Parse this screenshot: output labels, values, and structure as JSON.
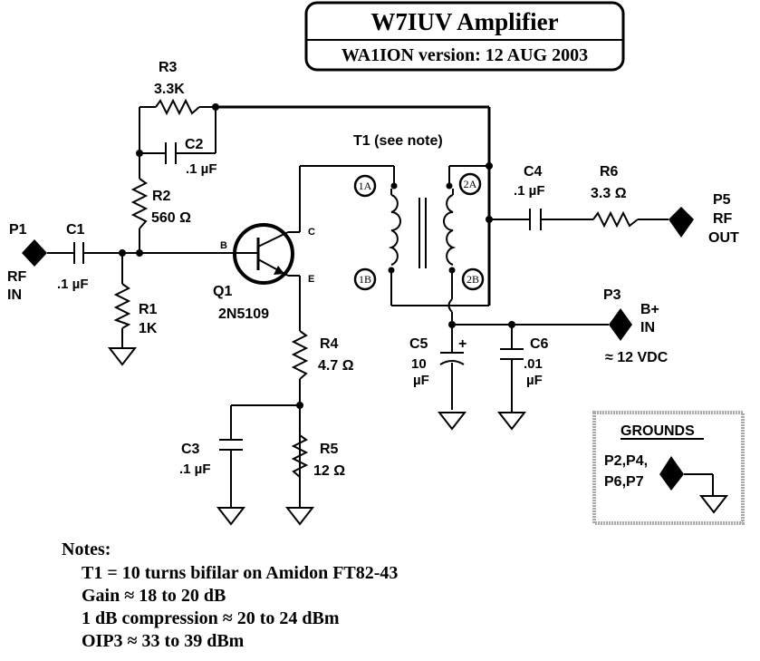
{
  "title_block": {
    "title": "W7IUV Amplifier",
    "subtitle": "WA1ION version: 12 AUG 2003"
  },
  "components": {
    "P1": {
      "ref": "P1",
      "line1": "RF",
      "line2": "IN"
    },
    "C1": {
      "ref": "C1",
      "value": ".1 µF"
    },
    "R1": {
      "ref": "R1",
      "value": "1K"
    },
    "R2": {
      "ref": "R2",
      "value": "560 Ω"
    },
    "R3": {
      "ref": "R3",
      "value": "3.3K"
    },
    "C2": {
      "ref": "C2",
      "value": ".1 µF"
    },
    "Q1": {
      "ref": "Q1",
      "value": "2N5109",
      "pin_b": "B",
      "pin_c": "C",
      "pin_e": "E"
    },
    "R4": {
      "ref": "R4",
      "value": "4.7 Ω"
    },
    "R5": {
      "ref": "R5",
      "value": "12 Ω"
    },
    "C3": {
      "ref": "C3",
      "value": ".1 µF"
    },
    "T1": {
      "ref": "T1 (see note)",
      "pins": [
        "1A",
        "1B",
        "2A",
        "2B"
      ]
    },
    "C4": {
      "ref": "C4",
      "value": ".1 µF"
    },
    "R6": {
      "ref": "R6",
      "value": "3.3 Ω"
    },
    "P5": {
      "ref": "P5",
      "line1": "RF",
      "line2": "OUT"
    },
    "C5": {
      "ref": "C5",
      "value_line1": "10",
      "value_line2": "µF",
      "polarity": "+"
    },
    "C6": {
      "ref": "C6",
      "value_line1": ".01",
      "value_line2": "µF"
    },
    "P3": {
      "ref": "P3",
      "line1": "B+",
      "line2": "IN",
      "voltage": "≈ 12 VDC"
    }
  },
  "grounds_box": {
    "heading": "GROUNDS",
    "line1": "P2,P4,",
    "line2": "P6,P7"
  },
  "notes": {
    "heading": "Notes:",
    "items": [
      "T1 = 10 turns bifilar on Amidon FT82-43",
      "Gain ≈ 18 to 20 dB",
      "1 dB compression ≈ 20 to 24 dBm",
      "OIP3 ≈ 33 to 39 dBm"
    ]
  }
}
